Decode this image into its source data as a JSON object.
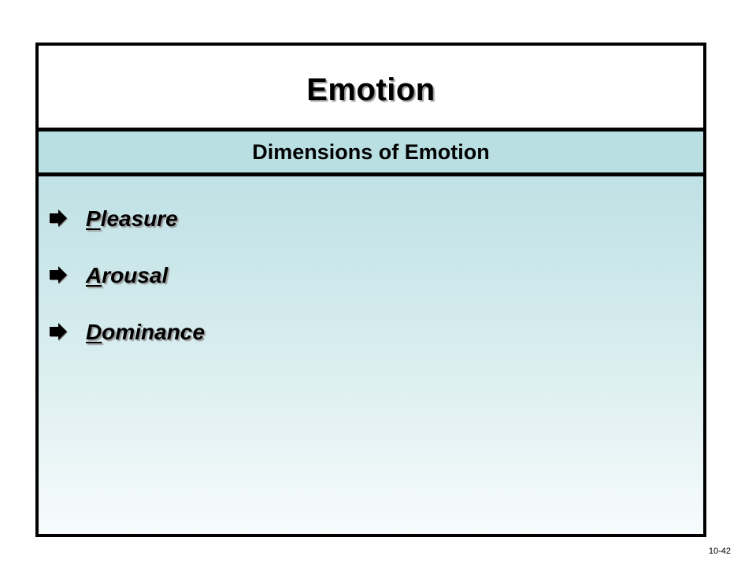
{
  "slide": {
    "title": "Emotion",
    "subtitle": "Dimensions of Emotion",
    "bullets": [
      {
        "first_letter": "P",
        "rest": "leasure",
        "icon": "arrow-bullet-icon"
      },
      {
        "first_letter": "A",
        "rest": "rousal",
        "icon": "arrow-bullet-icon"
      },
      {
        "first_letter": "D",
        "rest": "ominance",
        "icon": "arrow-bullet-icon"
      }
    ],
    "page_number": "10-42"
  },
  "colors": {
    "band": "#b9dfe3",
    "border": "#000000",
    "text": "#000000"
  }
}
